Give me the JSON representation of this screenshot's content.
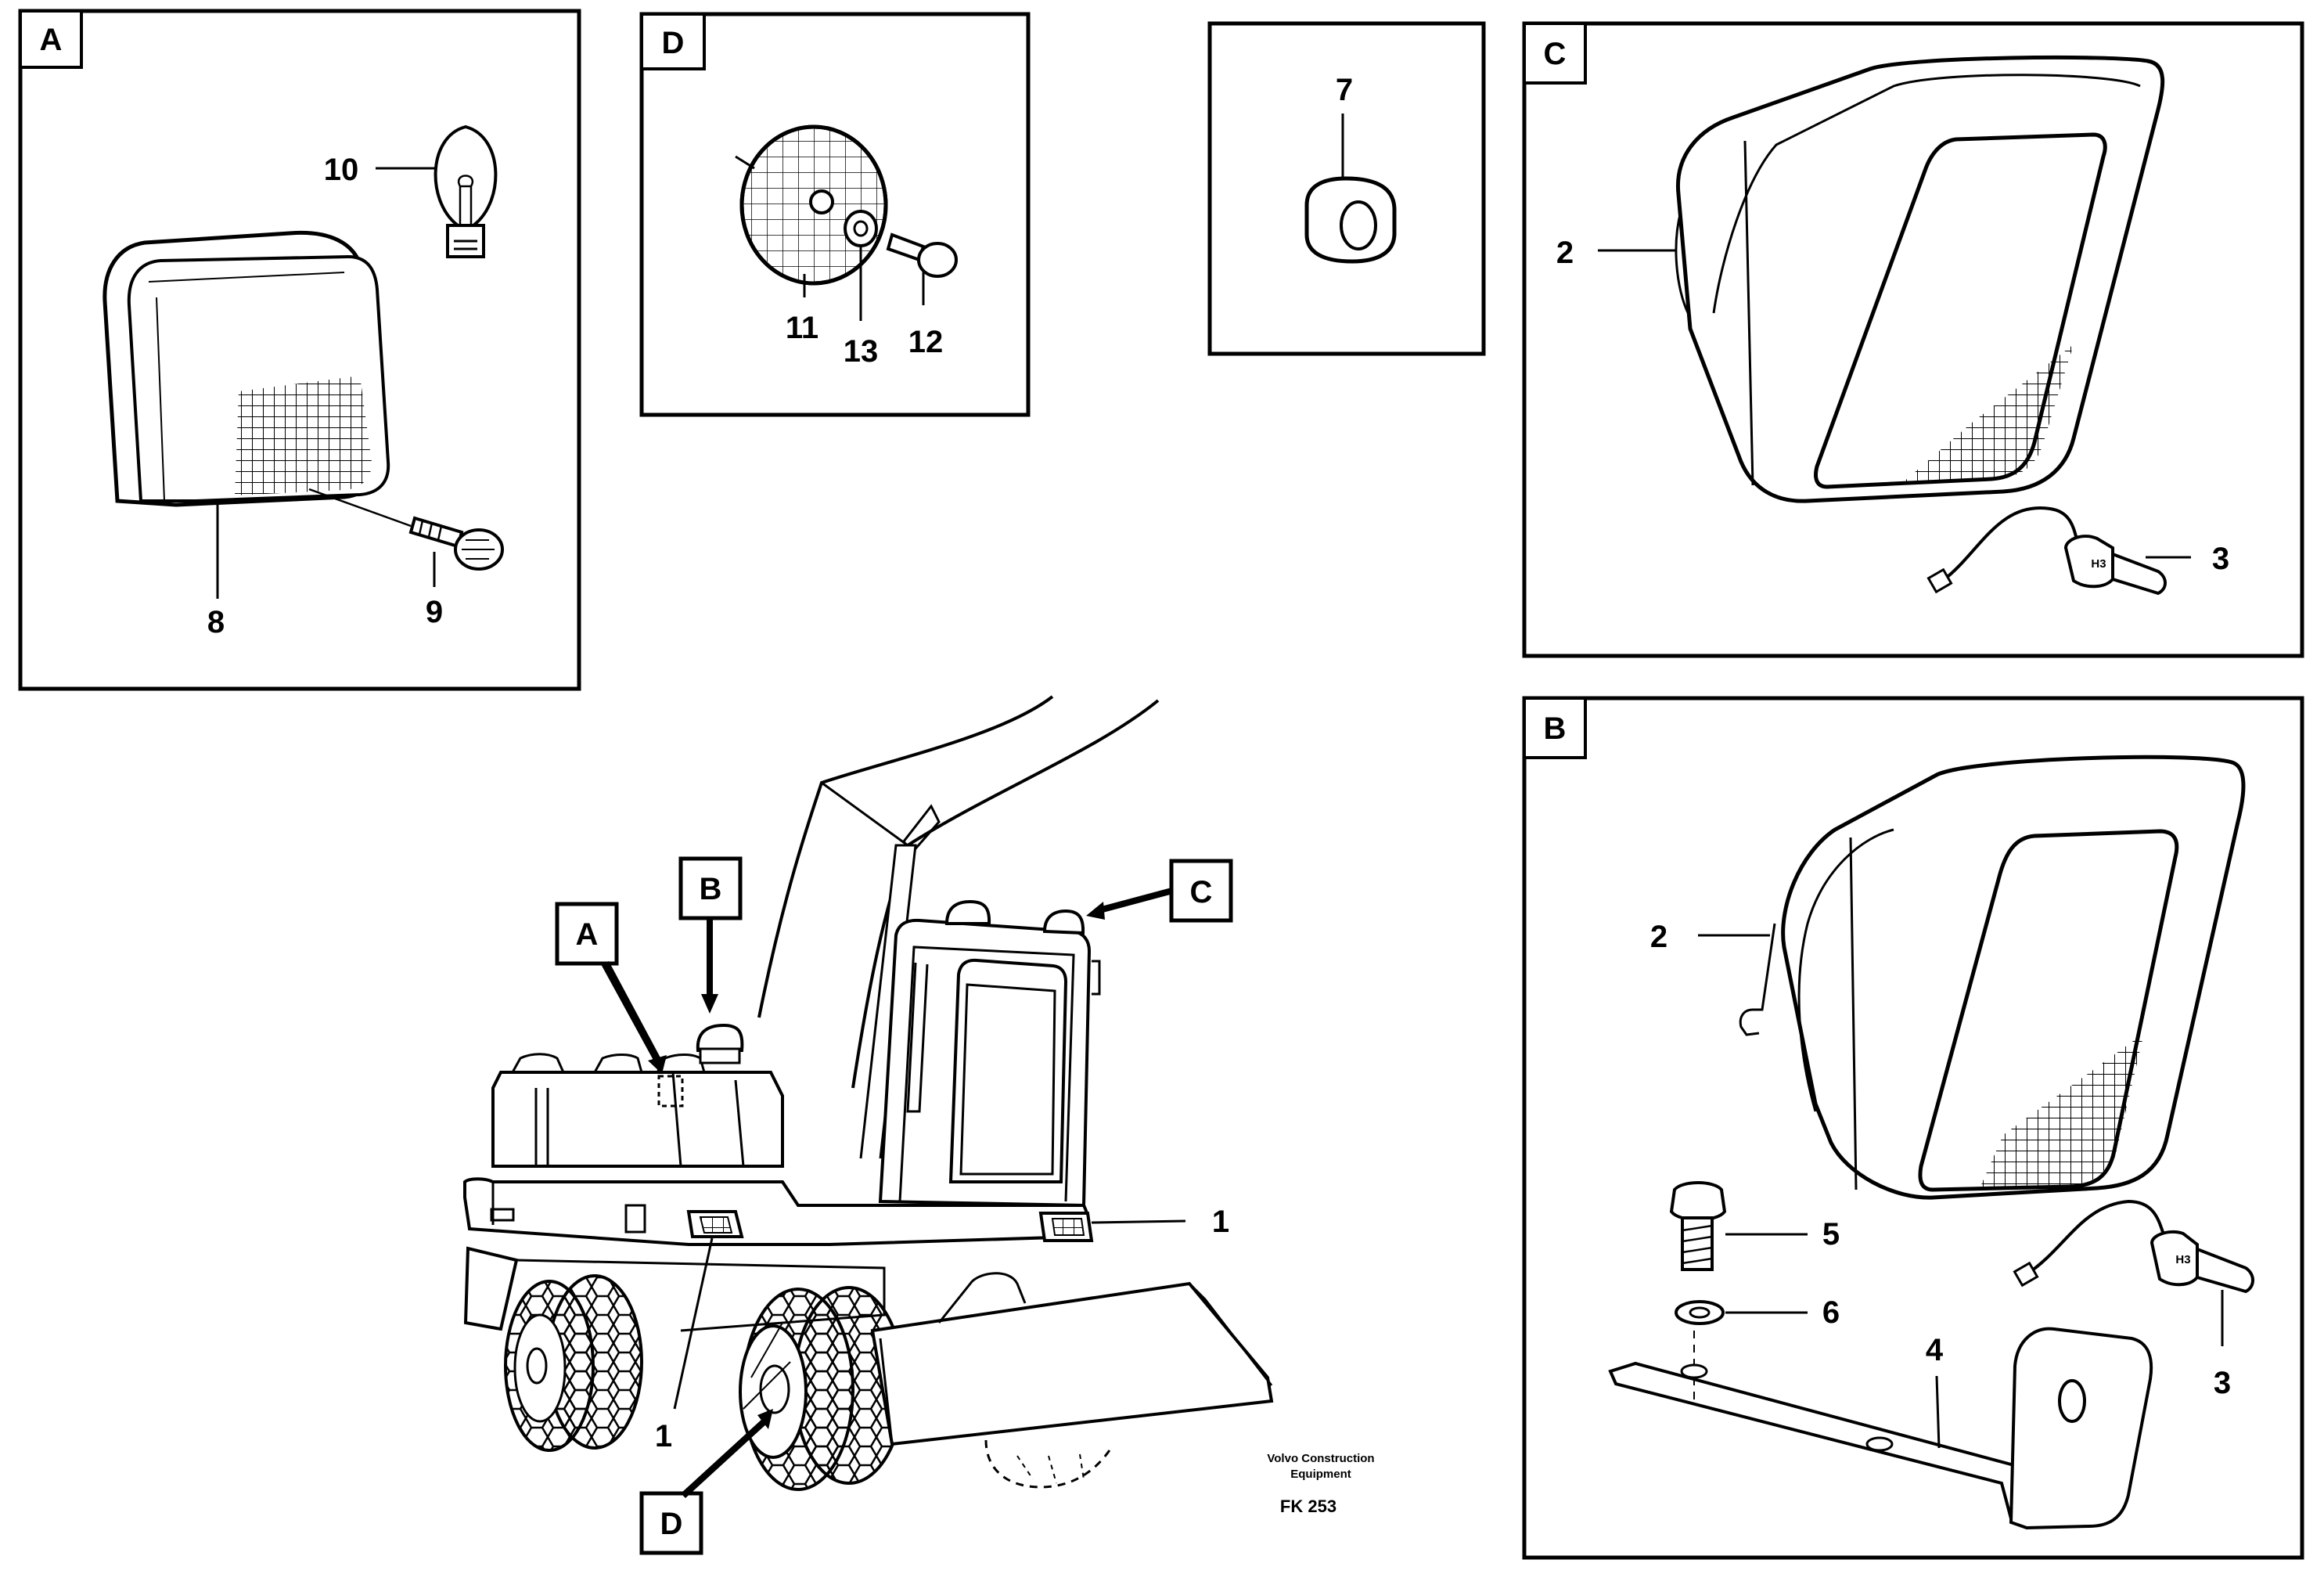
{
  "panels": {
    "a": {
      "letter": "A",
      "parts": [
        "10",
        "8",
        "9"
      ]
    },
    "d": {
      "letter": "D",
      "parts": [
        "11",
        "13",
        "12"
      ]
    },
    "grommet": {
      "parts": [
        "7"
      ]
    },
    "c": {
      "letter": "C",
      "parts": [
        "2",
        "3"
      ]
    },
    "b": {
      "letter": "B",
      "parts": [
        "2",
        "5",
        "6",
        "4",
        "3"
      ]
    }
  },
  "machine": {
    "callouts": [
      "A",
      "B",
      "C",
      "D"
    ],
    "parts": [
      "1",
      "1"
    ]
  },
  "footer": {
    "maker_line1": "Volvo Construction",
    "maker_line2": "Equipment",
    "code": "FK 253"
  }
}
